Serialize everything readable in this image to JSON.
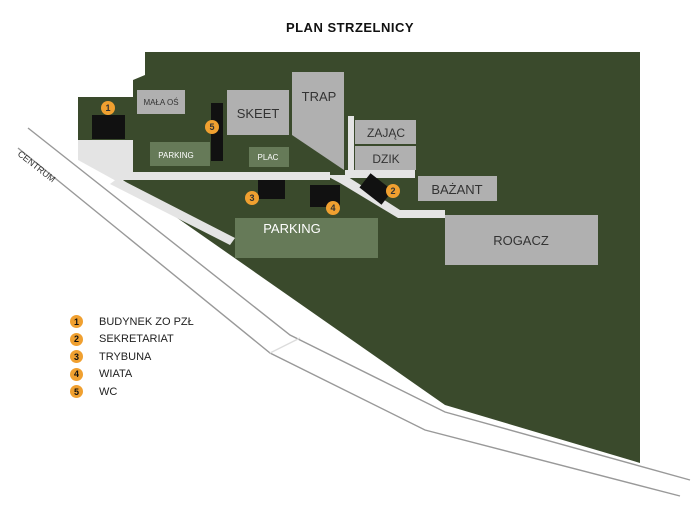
{
  "title": "PLAN  STRZELNICY",
  "road_label": "CENTRUM",
  "zones": {
    "mala_os": "MAŁA OŚ",
    "skeet": "SKEET",
    "trap": "TRAP",
    "zajac": "ZAJĄC",
    "dzik": "DZIK",
    "bazant": "BAŻANT",
    "rogacz": "ROGACZ",
    "parking_small": "PARKING",
    "plac": "PLAC",
    "parking_large": "PARKING"
  },
  "markers": {
    "m1": "1",
    "m2": "2",
    "m3": "3",
    "m4": "4",
    "m5": "5"
  },
  "legend": [
    {
      "number": "1",
      "label": "BUDYNEK  ZO PZŁ"
    },
    {
      "number": "2",
      "label": "SEKRETARIAT"
    },
    {
      "number": "3",
      "label": "TRYBUNA"
    },
    {
      "number": "4",
      "label": "WIATA"
    },
    {
      "number": "5",
      "label": "WC"
    }
  ],
  "colors": {
    "ground": "#3a4a2c",
    "zone": "#b0b0b0",
    "parking": "#667a58",
    "path": "#e4e4e4",
    "marker": "#f0a030",
    "building": "#111111"
  }
}
